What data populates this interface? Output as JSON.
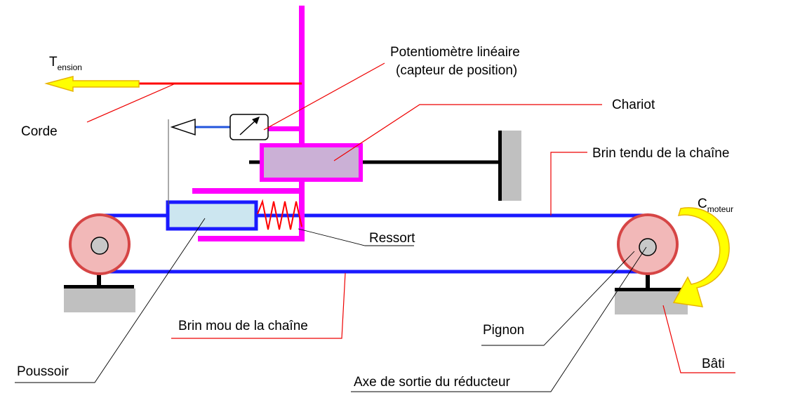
{
  "labels": {
    "tension": {
      "main": "T",
      "sub": "ension"
    },
    "potentiometre_line1": "Potentiomètre linéaire",
    "potentiometre_line2": "(capteur de position)",
    "chariot": "Chariot",
    "corde": "Corde",
    "brin_tendu": "Brin tendu de la chaîne",
    "couple_moteur": {
      "main": "C",
      "sub": "moteur"
    },
    "ressort": "Ressort",
    "brin_mou": "Brin mou de la chaîne",
    "pignon": "Pignon",
    "poussoir": "Poussoir",
    "bati": "Bâti",
    "axe_sortie": "Axe de sortie du réducteur"
  },
  "colors": {
    "chain": "#1a1aff",
    "carriage": "#ff00ff",
    "carriage_fill": "#cbb0d6",
    "rope": "#ff0000",
    "leader": "#ee0000",
    "frame": "#c0c0c0",
    "wheel": "#f2b8b8",
    "wheel_rim": "#d64545",
    "pusher_fill": "#cce6f0",
    "arrow_fill": "#ffff00",
    "arrow_stroke": "#e8b400"
  }
}
